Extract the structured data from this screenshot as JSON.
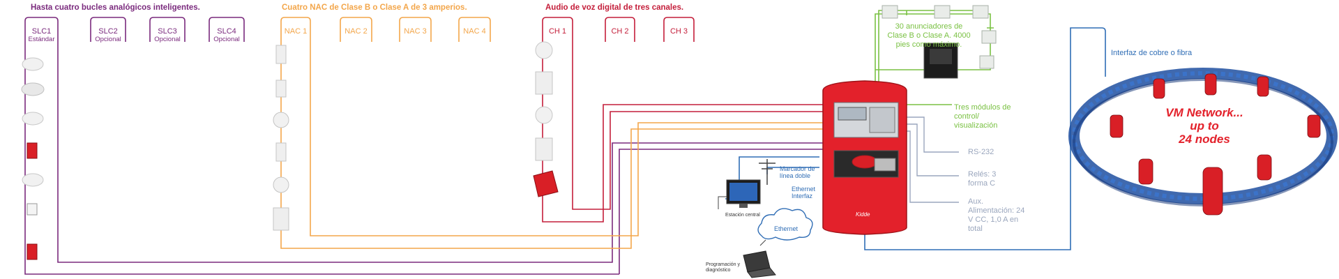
{
  "colors": {
    "slc": "#7a2a7d",
    "nac": "#f3a64a",
    "audio": "#c41e3a",
    "network": "#2f6db5",
    "annunciator": "#7ac143",
    "aux": "#9aa6bd",
    "panel": "#e3212b"
  },
  "headers": {
    "slc": "Hasta cuatro bucles analógicos inteligentes.",
    "nac": "Cuatro NAC de Clase B o Clase A de 3 amperios.",
    "audio": "Audio de voz digital de tres canales."
  },
  "slc_loops": [
    {
      "label": "SLC1",
      "sub": "Estándar"
    },
    {
      "label": "SLC2",
      "sub": "Opcional"
    },
    {
      "label": "SLC3",
      "sub": "Opcional"
    },
    {
      "label": "SLC4",
      "sub": "Opcional"
    }
  ],
  "nac_circuits": [
    "NAC 1",
    "NAC 2",
    "NAC 3",
    "NAC 4"
  ],
  "audio_channels": [
    "CH 1",
    "CH 2",
    "CH 3"
  ],
  "annunciators": "30 anunciadores de Clase B o Clase A. 4000 pies como máximo.",
  "modules": "Tres módulos de control/ visualización",
  "rs232": "RS-232",
  "relays": "Relés: 3 forma C",
  "aux_power": "Aux. Alimentación: 24 V CC, 1,0 A en total",
  "network_interface": "Interfaz de cobre o fibra",
  "network_name": "VM Network...",
  "network_upto": "up to",
  "network_nodes": "24 nodes",
  "dialer": "Marcador de línea doble",
  "ethernet_interface": "Ethernet Interfaz",
  "ethernet": "Ethernet",
  "central_station": "Estación central",
  "programming": "Programación y diagnóstico",
  "panel_brand": "Kidde"
}
